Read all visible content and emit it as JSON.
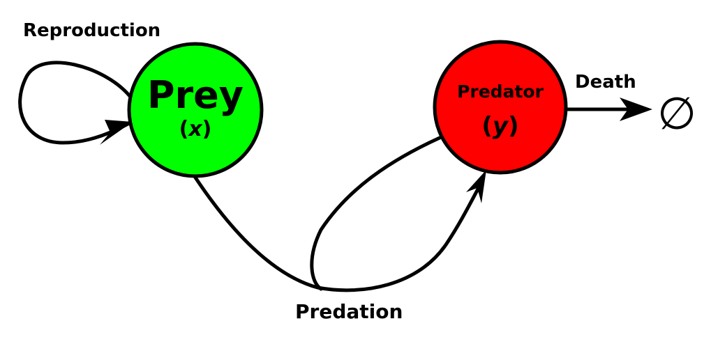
{
  "diagram": {
    "nodes": {
      "prey": {
        "name": "Prey",
        "variable": "x",
        "color": "#00ff00"
      },
      "predator": {
        "name": "Predator",
        "variable": "y",
        "color": "#ff0000"
      }
    },
    "edges": {
      "reproduction": "Reproduction",
      "predation": "Predation",
      "death": "Death"
    },
    "sink_symbol": "∅"
  }
}
